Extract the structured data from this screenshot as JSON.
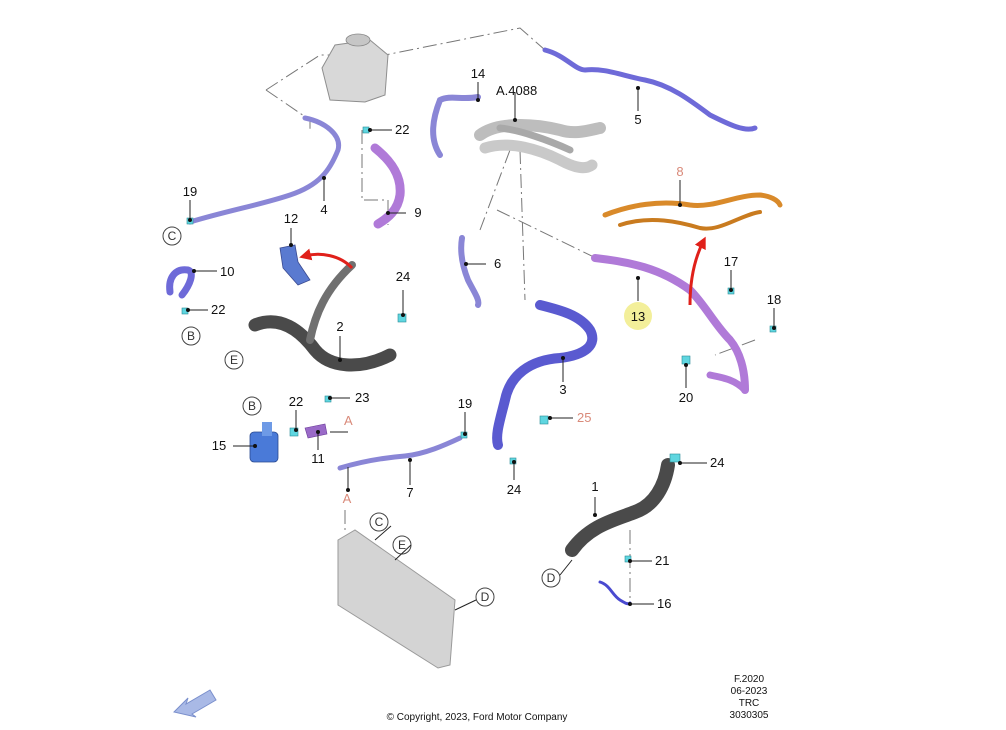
{
  "diagram": {
    "part_labels": {
      "p1": "1",
      "p2": "2",
      "p3": "3",
      "p4": "4",
      "p5": "5",
      "p6": "6",
      "p7": "7",
      "p8": "8",
      "p9": "9",
      "p10": "10",
      "p11": "11",
      "p12": "12",
      "p13": "13",
      "p14": "14",
      "p15": "15",
      "p16": "16",
      "p17": "17",
      "p18": "18",
      "p19a": "19",
      "p19b": "19",
      "p20": "20",
      "p21": "21",
      "p22a": "22",
      "p22b": "22",
      "p22c": "22",
      "p23": "23",
      "p24a": "24",
      "p24b": "24",
      "p24c": "24",
      "p25": "25",
      "a4088": "A.4088"
    },
    "connection_refs": {
      "A1": "A",
      "A2": "A",
      "B1": "B",
      "B2": "B",
      "C1": "C",
      "C2": "C",
      "D1": "D",
      "D2": "D",
      "E1": "E",
      "E2": "E"
    },
    "colors": {
      "hose_purple": "#8a86d6",
      "hose_violet": "#b07ad8",
      "hose_blue": "#5a5ad0",
      "hose_dark": "#4a4a4a",
      "harness_orange": "#d98a2a",
      "clip_cyan": "#5fd6e0",
      "arrow_red": "#e0201a",
      "highlight_yellow": "#f3ef9a",
      "nav_arrow": "#a9b9e6"
    }
  },
  "footer": {
    "copyright": "© Copyright, 2023, Ford Motor Company",
    "code_lines": [
      "F.2020",
      "06-2023",
      "TRC",
      "3030305"
    ]
  }
}
